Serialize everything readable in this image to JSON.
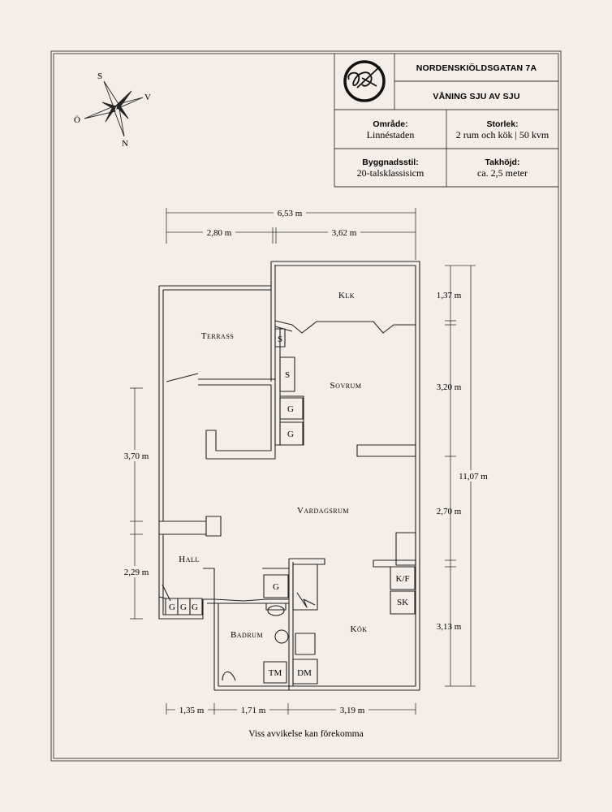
{
  "header": {
    "address": "NORDENSKIÖLDSGATAN 7A",
    "floor": "VÅNING SJU AV SJU",
    "area_label": "Område:",
    "area_value": "Linnéstaden",
    "size_label": "Storlek:",
    "size_value": "2 rum och kök | 50 kvm",
    "style_label": "Byggnadsstil:",
    "style_value": "20-talsklassisicm",
    "height_label": "Takhöjd:",
    "height_value": "ca. 2,5 meter"
  },
  "compass": {
    "s": "S",
    "v": "V",
    "o": "Ö",
    "n": "N"
  },
  "rooms": {
    "klk": "Klk",
    "terrass": "Terrass",
    "sovrum": "Sovrum",
    "vardagsrum": "Vardagsrum",
    "hall": "Hall",
    "badrum": "Badrum",
    "kok": "Kök"
  },
  "fixtures": {
    "s1": "S",
    "s2": "S",
    "g1": "G",
    "g2": "G",
    "hall_g1": "G",
    "hall_g2": "G",
    "hall_g3": "G",
    "bath_g": "G",
    "tm": "TM",
    "dm": "DM",
    "kf": "K/F",
    "sk": "SK"
  },
  "dimensions": {
    "total_width": "6,53 m",
    "left_width": "2,80 m",
    "right_width": "3,62 m",
    "klk_height": "1,37 m",
    "sovrum_height": "3,20 m",
    "total_height": "11,07 m",
    "vardag_height": "2,70 m",
    "kok_height": "3,13 m",
    "left_upper": "3,70 m",
    "left_lower": "2,29 m",
    "bottom_1": "1,35 m",
    "bottom_2": "1,71 m",
    "bottom_3": "3,19 m"
  },
  "note": "Viss avvikelse kan förekomma",
  "colors": {
    "background": "#f4ede8",
    "ink": "#1f1f1f"
  }
}
